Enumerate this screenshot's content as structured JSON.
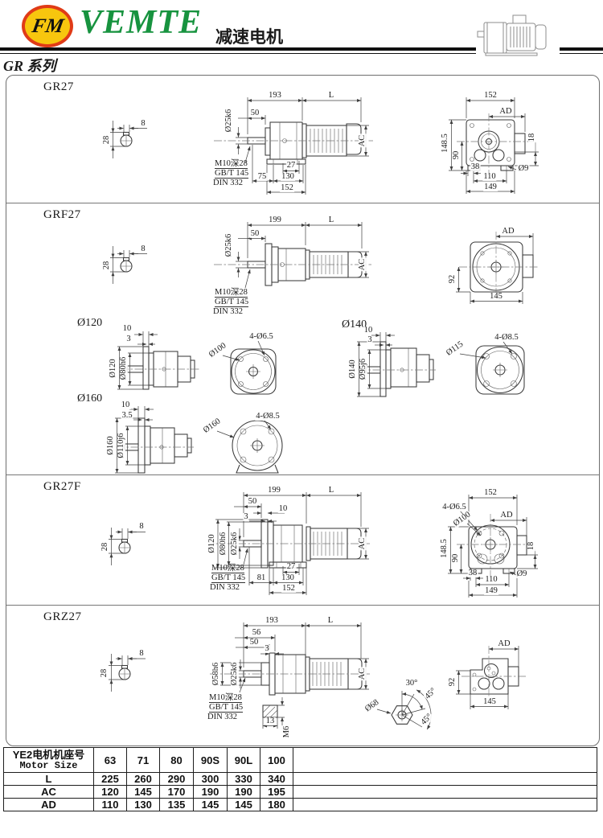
{
  "header": {
    "logo_mark": "FM",
    "brand": "VEMTE",
    "doc_title": "减速电机",
    "series_title": "GR 系列"
  },
  "gr27": {
    "title": "GR27",
    "key_w": "8",
    "key_h": "28",
    "dim_gear_len": "193",
    "dim_motor_len": "L",
    "dim_shaft_len": "50",
    "shaft_dia": "Ø25k6",
    "tap_line1": "M10深28",
    "tap_line2": "GB/T 145",
    "tap_line3": "DIN 332",
    "dim_27": "27",
    "dim_75": "75",
    "dim_130": "130",
    "dim_152": "152",
    "dim_ac": "AC",
    "rear": {
      "dim_152": "152",
      "dim_ad": "AD",
      "dim_148_5": "148.5",
      "dim_90": "90",
      "dim_18": "18",
      "dim_38": "38",
      "dim_hole": "Ø9",
      "dim_110": "110",
      "dim_149": "149"
    }
  },
  "grf27": {
    "title": "GRF27",
    "key_w": "8",
    "key_h": "28",
    "dim_gear_len": "199",
    "dim_motor_len": "L",
    "dim_shaft_len": "50",
    "shaft_dia": "Ø25k6",
    "tap_line1": "M10深28",
    "tap_line2": "GB/T 145",
    "tap_line3": "DIN 332",
    "dim_ac": "AC",
    "rear": {
      "dim_ad": "AD",
      "dim_92": "92",
      "dim_145": "145"
    }
  },
  "flange120": {
    "title": "Ø120",
    "dim_10": "10",
    "dim_3": "3",
    "dim_od": "Ø120",
    "dim_spigot": "Ø80h6",
    "dim_bolt_circle": "Ø100",
    "dim_holes": "4-Ø6.5"
  },
  "flange140": {
    "title": "Ø140",
    "dim_10": "10",
    "dim_3": "3",
    "dim_od": "Ø140",
    "dim_spigot": "Ø95j6",
    "dim_bolt_circle": "Ø115",
    "dim_holes": "4-Ø8.5"
  },
  "flange160": {
    "title": "Ø160",
    "dim_10": "10",
    "dim_3": "3.5",
    "dim_od": "Ø160",
    "dim_spigot": "Ø110j6",
    "dim_bolt_circle": "Ø160",
    "dim_holes": "4-Ø8.5"
  },
  "gr27f": {
    "title": "GR27F",
    "key_w": "8",
    "key_h": "28",
    "dim_gear_len": "199",
    "dim_motor_len": "L",
    "dim_shaft_len": "50",
    "dim_flange_t": "10",
    "dim_step": "3",
    "flange_od": "Ø120",
    "flange_spigot": "Ø80h6",
    "shaft_dia": "Ø25k6",
    "tap_line1": "M10深28",
    "tap_line2": "GB/T 145",
    "tap_line3": "DIN 332",
    "dim_27": "27",
    "dim_81": "81",
    "dim_130": "130",
    "dim_152": "152",
    "dim_ac": "AC",
    "rear": {
      "dim_152": "152",
      "dim_holes": "4-Ø6.5",
      "dim_bolt_circle": "Ø100",
      "dim_ad": "AD",
      "dim_148_5": "148.5",
      "dim_90": "90",
      "dim_18": "18",
      "dim_38": "38",
      "dim_hole": "Ø9",
      "dim_110": "110",
      "dim_149": "149"
    }
  },
  "grz27": {
    "title": "GRZ27",
    "key_w": "8",
    "key_h": "28",
    "dim_gear_len": "193",
    "dim_motor_len": "L",
    "dim_56": "56",
    "dim_50": "50",
    "dim_3": "3",
    "hub_dia": "Ø58h6",
    "shaft_dia": "Ø25k6",
    "tap_line1": "M10深28",
    "tap_line2": "GB/T 145",
    "tap_line3": "DIN 332",
    "dim_13": "13",
    "dim_m6": "M6",
    "dim_ac": "AC",
    "hex": {
      "dia": "Ø68",
      "ang_30": "30°",
      "ang_45a": "45°",
      "ang_45b": "45°"
    },
    "rear": {
      "dim_ad": "AD",
      "dim_92": "92",
      "dim_145": "145"
    }
  },
  "table": {
    "row_header_cn": "YE2电机机座号",
    "row_header_en": "Motor Size",
    "columns": [
      "63",
      "71",
      "80",
      "90S",
      "90L",
      "100"
    ],
    "rows": [
      {
        "label": "L",
        "values": [
          "225",
          "260",
          "290",
          "300",
          "330",
          "340"
        ]
      },
      {
        "label": "AC",
        "values": [
          "120",
          "145",
          "170",
          "190",
          "190",
          "195"
        ]
      },
      {
        "label": "AD",
        "values": [
          "110",
          "130",
          "135",
          "145",
          "145",
          "180"
        ]
      }
    ]
  }
}
